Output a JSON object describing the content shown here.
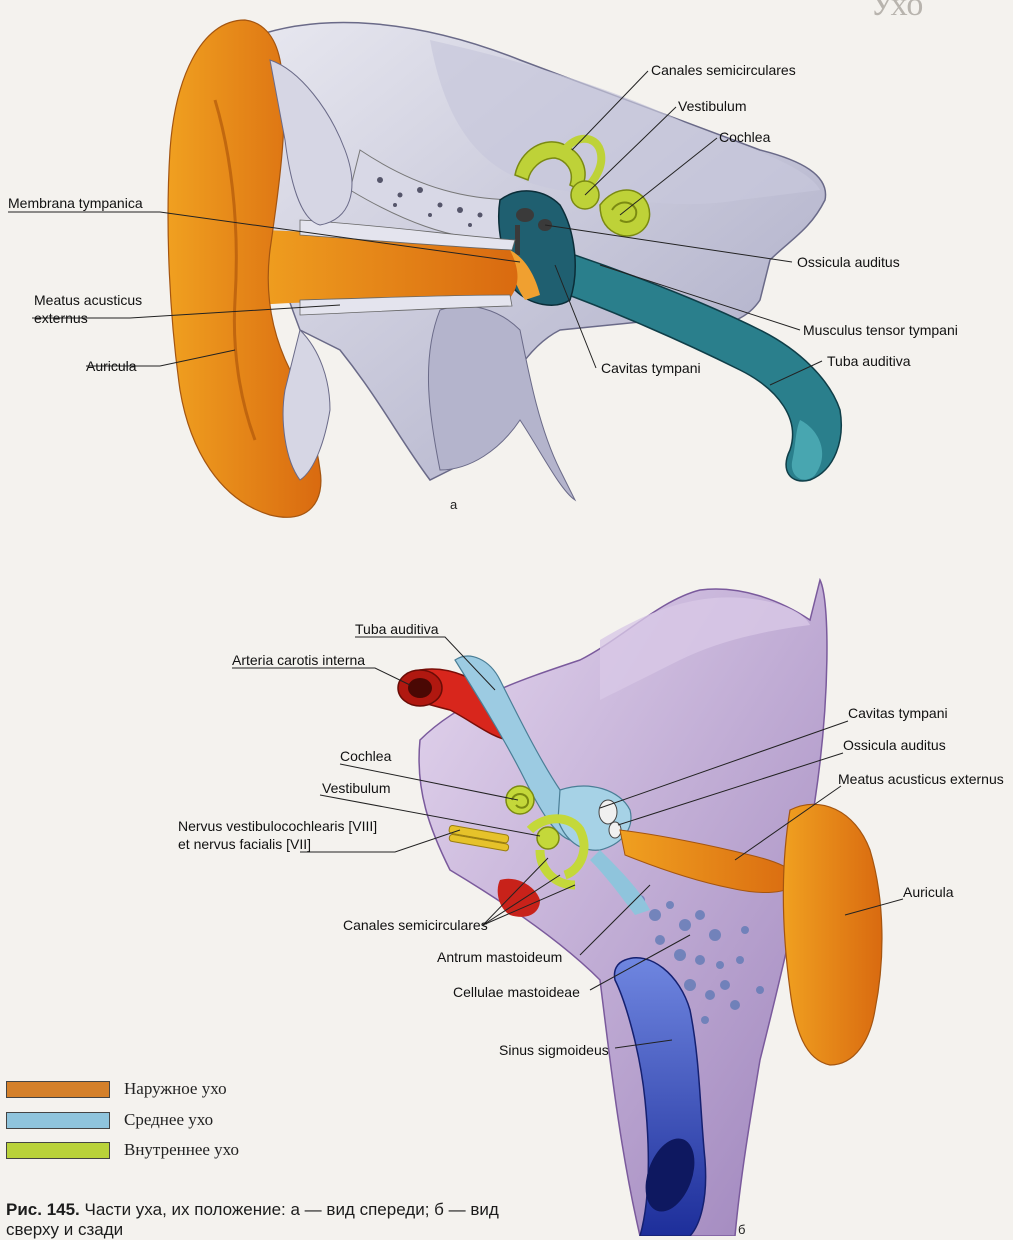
{
  "figure_a": {
    "panel_letter": "a",
    "labels": {
      "canales_semicirculares": "Canales semicirculares",
      "vestibulum": "Vestibulum",
      "cochlea": "Cochlea",
      "membrana_tympanica": "Membrana tympanica",
      "ossicula_auditus": "Ossicula auditus",
      "meatus_line1": "Meatus acusticus",
      "meatus_line2": "externus",
      "musculus_tensor": "Musculus tensor tympani",
      "auricula": "Auricula",
      "tuba_auditiva": "Tuba auditiva",
      "cavitas_tympani": "Cavitas tympani"
    }
  },
  "figure_b": {
    "panel_letter": "б",
    "labels": {
      "tuba_auditiva": "Tuba auditiva",
      "arteria_carotis": "Arteria carotis interna",
      "cavitas_tympani": "Cavitas tympani",
      "ossicula_auditus": "Ossicula auditus",
      "cochlea": "Cochlea",
      "meatus_acusticus_externus": "Meatus acusticus externus",
      "vestibulum": "Vestibulum",
      "nervus_line1": "Nervus vestibulocochlearis [VIII]",
      "nervus_line2": "et nervus facialis [VII]",
      "auricula": "Auricula",
      "canales_semicirculares": "Canales semicirculares",
      "antrum_mastoideum": "Antrum mastoideum",
      "cellulae_mastoideae": "Cellulae mastoideae",
      "sinus_sigmoideus": "Sinus sigmoideus"
    }
  },
  "legend": [
    {
      "label": "Наружное ухо",
      "color": "#d4802a"
    },
    {
      "label": "Среднее ухо",
      "color": "#8fc4dc"
    },
    {
      "label": "Внутреннее ухо",
      "color": "#b9d23a"
    }
  ],
  "caption": {
    "prefix": "Рис. 145.",
    "text": "Части уха, их положение: а — вид спереди; б — вид сверху и сзади"
  },
  "background_heading": "Ухо"
}
